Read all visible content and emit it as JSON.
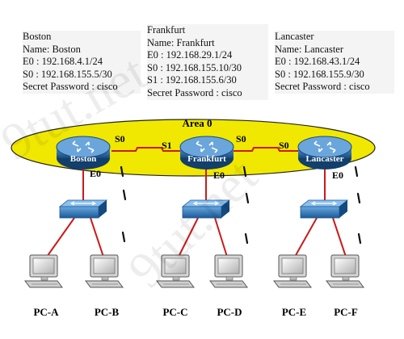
{
  "routers": {
    "boston": {
      "title": "Boston",
      "name_line": "Name: Boston",
      "e0_line": "E0 : 192.168.4.1/24",
      "s0_line": "S0 : 192.168.155.5/30",
      "secret_line": "Secret Password : cisco",
      "icon_label": "Boston"
    },
    "frankfurt": {
      "title": "Frankfurt",
      "name_line": "Name: Frankfurt",
      "e0_line": "E0 : 192.168.29.1/24",
      "s0_line": "S0 : 192.168.155.10/30",
      "s1_line": "S1 : 192.168.155.6/30",
      "secret_line": "Secret Password : cisco",
      "icon_label": "Frankfurt"
    },
    "lancaster": {
      "title": "Lancaster",
      "name_line": "Name: Lancaster",
      "e0_line": "E0 : 192.168.43.1/24",
      "s0_line": "S0 : 192.168.155.9/30",
      "secret_line": "Secret Password : cisco",
      "icon_label": "Lancaster"
    }
  },
  "area_label": "Area 0",
  "interfaces": {
    "boston_s0": "S0",
    "frankfurt_s1": "S1",
    "frankfurt_s0": "S0",
    "lancaster_s0": "S0",
    "boston_e0": "E0",
    "frankfurt_e0": "E0",
    "lancaster_e0": "E0"
  },
  "pcs": [
    "PC-A",
    "PC-B",
    "PC-C",
    "PC-D",
    "PC-E",
    "PC-F"
  ],
  "watermark": "9tut.net",
  "colors": {
    "area_fill": "#f0e800",
    "router_blue": "#1f5d96",
    "switch_blue": "#2a6fb0",
    "link_red": "#cc1a1a",
    "pc_gray": "#c8c8c8"
  }
}
